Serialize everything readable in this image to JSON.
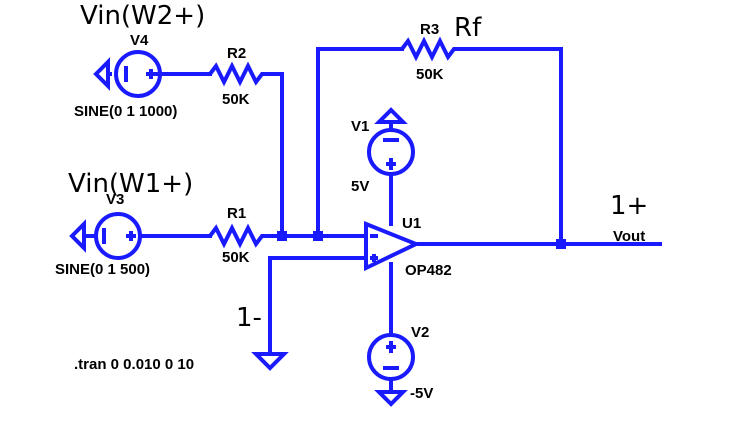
{
  "annotations": {
    "vin_w2": "Vin(W2+)",
    "vin_w1": "Vin(W1+)",
    "rf": "Rf",
    "out_plus": "1+",
    "in_minus": "1-"
  },
  "components": {
    "v4": {
      "name": "V4",
      "value": "SINE(0 1 1000)"
    },
    "v3": {
      "name": "V3",
      "value": "SINE(0 1 500)"
    },
    "r1": {
      "name": "R1",
      "value": "50K"
    },
    "r2": {
      "name": "R2",
      "value": "50K"
    },
    "r3": {
      "name": "R3",
      "value": "50K"
    },
    "v1": {
      "name": "V1",
      "value": "5V"
    },
    "v2": {
      "name": "V2",
      "value": "-5V"
    },
    "u1": {
      "name": "U1",
      "value": "OP482"
    }
  },
  "nets": {
    "vout": "Vout"
  },
  "directive": ".tran 0 0.010 0 10",
  "colors": {
    "wire": "#1a1aff",
    "text": "#000000",
    "background": "#ffffff"
  }
}
